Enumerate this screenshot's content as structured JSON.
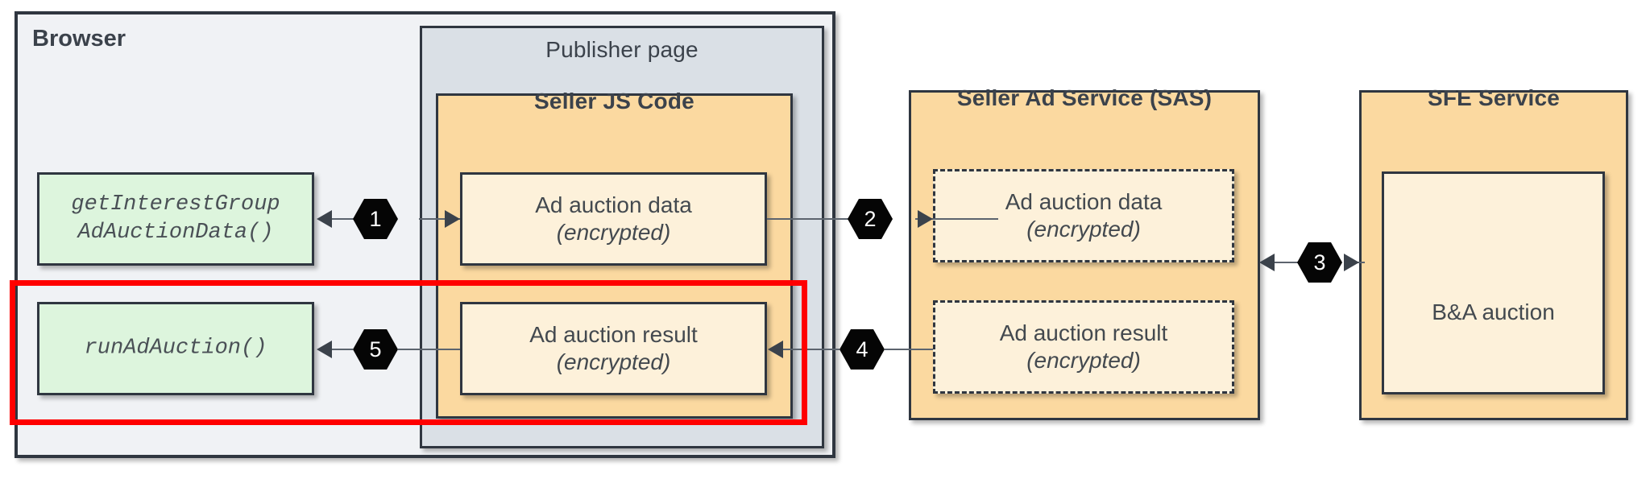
{
  "diagram": {
    "title_browser": "Browser",
    "title_publisher": "Publisher page",
    "title_seller_js": "Seller JS Code",
    "title_sas": "Seller Ad Service (SAS)",
    "title_sfe": "SFE Service",
    "colors": {
      "browser_bg": "#f0f2f5",
      "publisher_bg": "#dae0e6",
      "service_bg": "#fbd9a0",
      "artifact_bg": "#fdf1da",
      "api_bg": "#ddf5dd",
      "border": "#2f3640",
      "highlight": "#ff0000",
      "badge": "#050505"
    }
  },
  "nodes": {
    "get_interest_group": {
      "line1": "getInterestGroup",
      "line2": "AdAuctionData()"
    },
    "run_ad_auction": {
      "line1": "runAdAuction()"
    },
    "js_auction_data": {
      "line1": "Ad auction data",
      "line2": "(encrypted)"
    },
    "js_auction_result": {
      "line1": "Ad auction result",
      "line2": "(encrypted)"
    },
    "sas_auction_data": {
      "line1": "Ad auction data",
      "line2": "(encrypted)"
    },
    "sas_auction_result": {
      "line1": "Ad auction result",
      "line2": "(encrypted)"
    },
    "ba_auction": {
      "line1": "B&A auction"
    }
  },
  "steps": [
    {
      "id": 1,
      "label": "1",
      "direction": "bidirectional",
      "from": "seller-js-ad-auction-data",
      "to": "get-interest-group-ad-auction-data"
    },
    {
      "id": 2,
      "label": "2",
      "direction": "right",
      "from": "seller-js-ad-auction-data",
      "to": "sas-ad-auction-data"
    },
    {
      "id": 3,
      "label": "3",
      "direction": "bidirectional",
      "from": "seller-ad-service",
      "to": "sfe-service"
    },
    {
      "id": 4,
      "label": "4",
      "direction": "left",
      "from": "sas-ad-auction-result",
      "to": "seller-js-ad-auction-result"
    },
    {
      "id": 5,
      "label": "5",
      "direction": "left",
      "from": "seller-js-ad-auction-result",
      "to": "run-ad-auction"
    }
  ]
}
